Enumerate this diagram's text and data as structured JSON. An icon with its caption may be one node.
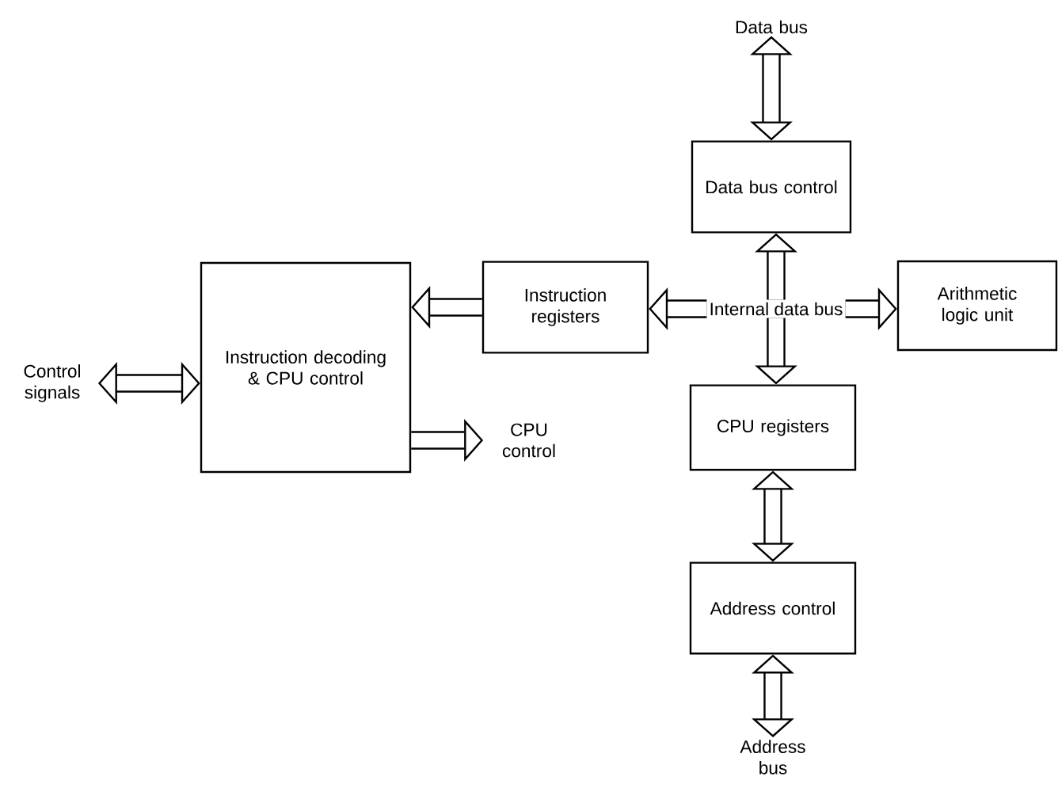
{
  "diagram": {
    "nodes": [
      {
        "text": [
          "Data bus"
        ]
      },
      {
        "text": [
          "Data bus control"
        ]
      },
      {
        "text": [
          "Instruction decoding & CPU control"
        ]
      },
      {
        "text": [
          "Instruction registers"
        ]
      },
      {
        "text": [
          "Internal data bus"
        ]
      },
      {
        "text": [
          "Arithmetic logic unit"
        ]
      },
      {
        "text": [
          "CPU registers"
        ]
      },
      {
        "text": [
          "Address control"
        ]
      },
      {
        "text": [
          "Address bus"
        ]
      },
      {
        "text": [
          "Control signals"
        ]
      },
      {
        "text": [
          "CPU control"
        ]
      }
    ],
    "edges": [
      {
        "from": 0,
        "to": 1,
        "arrow": "both"
      },
      {
        "from": 4,
        "to": 1,
        "arrow": "to"
      },
      {
        "from": 4,
        "to": 3,
        "arrow": "to"
      },
      {
        "from": 4,
        "to": 5,
        "arrow": "to"
      },
      {
        "from": 4,
        "to": 6,
        "arrow": "to"
      },
      {
        "from": 3,
        "to": 2,
        "arrow": "to"
      },
      {
        "from": 9,
        "to": 2,
        "arrow": "both"
      },
      {
        "from": 2,
        "to": 10,
        "arrow": "to"
      },
      {
        "from": 6,
        "to": 7,
        "arrow": "both"
      },
      {
        "from": 7,
        "to": 8,
        "arrow": "both"
      }
    ]
  }
}
